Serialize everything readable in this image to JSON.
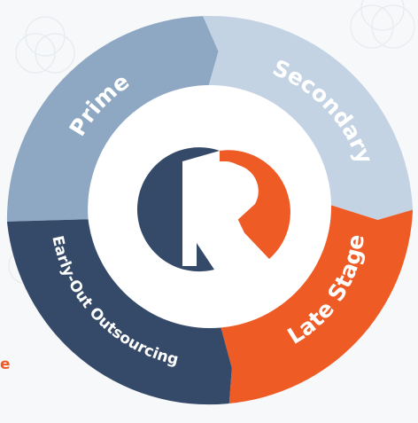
{
  "segments": [
    {
      "key": "prime",
      "label": "Prime",
      "color": "#8ea8c3"
    },
    {
      "key": "secondary",
      "label": "Secondary",
      "color": "#c3d3e3"
    },
    {
      "key": "late-stage",
      "label": "Late Stage",
      "color": "#ef5b25"
    },
    {
      "key": "early-out",
      "label": "Early-Out Outsourcing",
      "color": "#354a69"
    }
  ],
  "logo": {
    "letter": "R",
    "dark_color": "#354a69",
    "accent_color": "#ef5b25"
  },
  "edge_text": "e"
}
